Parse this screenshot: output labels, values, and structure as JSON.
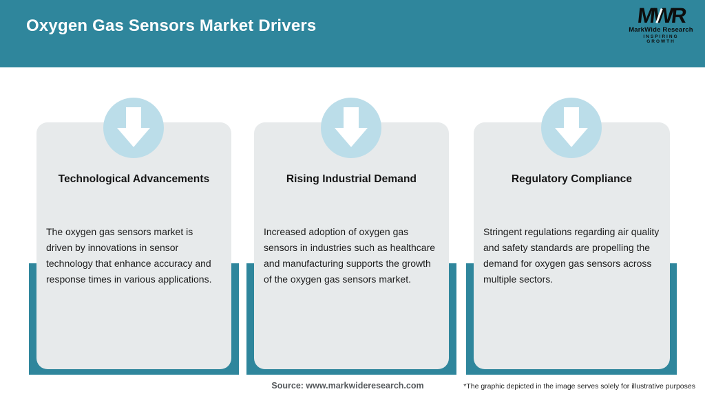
{
  "header": {
    "title": "Oxygen Gas Sensors Market Drivers",
    "logo": {
      "acronym": "MWR",
      "name": "MarkWide Research",
      "tagline": "INSPIRING GROWTH"
    }
  },
  "cards": [
    {
      "icon": "arrow-down-icon",
      "title": "Technological Advancements",
      "body": "The oxygen gas sensors market is driven by innovations in sensor technology that enhance accuracy and response times in various applications."
    },
    {
      "icon": "arrow-down-icon",
      "title": "Rising Industrial Demand",
      "body": "Increased adoption of oxygen gas sensors in industries such as healthcare and manufacturing supports the growth of the oxygen gas sensors market."
    },
    {
      "icon": "arrow-down-icon",
      "title": "Regulatory Compliance",
      "body": "Stringent regulations regarding air quality and safety standards are propelling the demand for oxygen gas sensors across multiple sectors."
    }
  ],
  "footer": {
    "source": "Source: www.markwideresearch.com",
    "disclaimer": "*The graphic depicted in the image serves solely for illustrative purposes"
  },
  "colors": {
    "accent_teal": "#2F869C",
    "card_bg": "#E7EAEB",
    "circle_blue": "#BBDDE9",
    "header_text": "#FFFFFF",
    "source_text": "#55595C"
  }
}
